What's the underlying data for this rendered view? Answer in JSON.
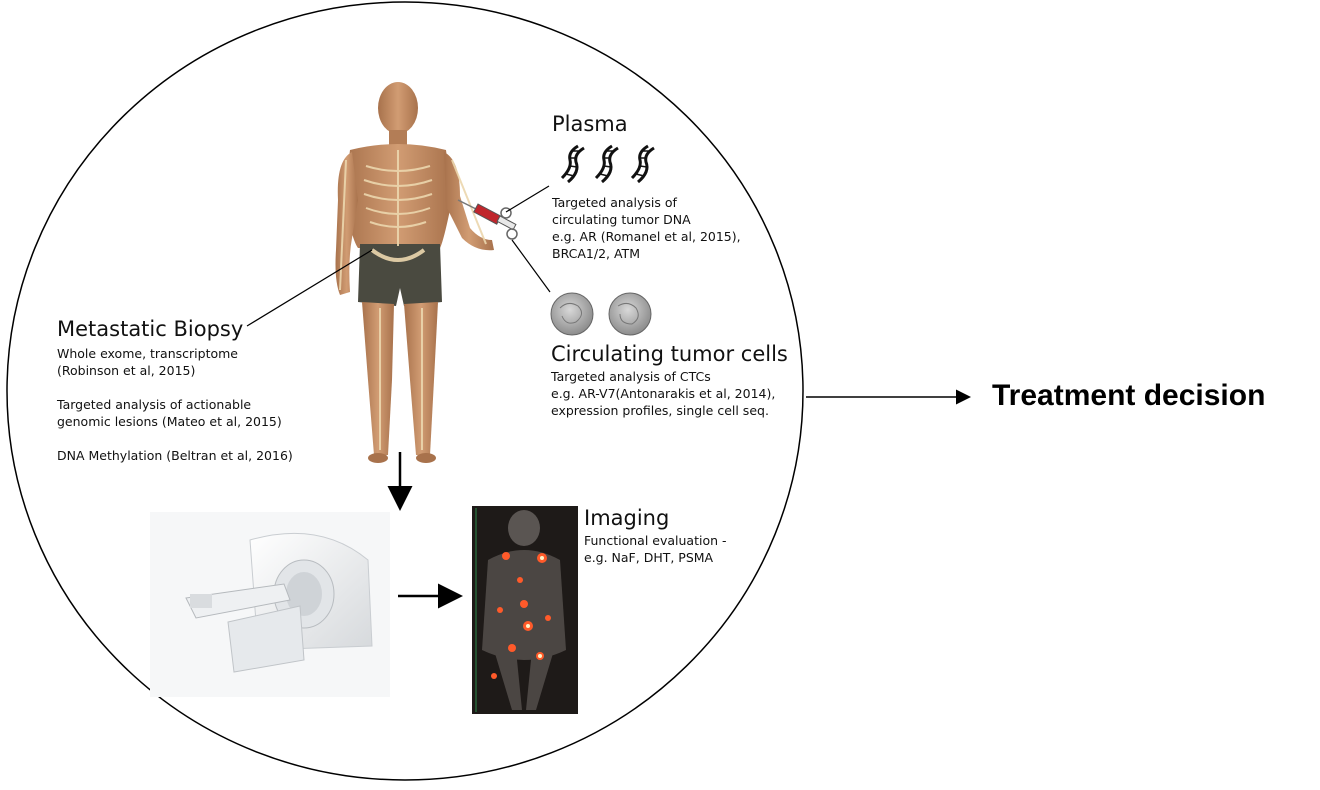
{
  "plasma": {
    "heading": "Plasma",
    "lines": "Targeted analysis of\ncirculating tumor DNA\ne.g. AR (Romanel et al, 2015),\nBRCA1/2, ATM"
  },
  "biopsy": {
    "heading": "Metastatic Biopsy",
    "lines": "Whole exome, transcriptome\n(Robinson et al, 2015)\n\nTargeted analysis of actionable\ngenomic lesions (Mateo et al, 2015)\n\nDNA Methylation (Beltran et al, 2016)"
  },
  "ctc": {
    "heading": "Circulating tumor cells",
    "lines": "Targeted analysis of CTCs\ne.g. AR-V7(Antonarakis et al, 2014),\nexpression profiles, single cell seq."
  },
  "imaging": {
    "heading": "Imaging",
    "lines": "Functional evaluation -\ne.g. NaF, DHT, PSMA"
  },
  "outcome": {
    "label": "Treatment decision"
  },
  "colors": {
    "skin": "#c9936a",
    "bone": "#e8d2a6",
    "shorts": "#4a4a40",
    "blood": "#c0262c",
    "scan_bg": "#1e1a18",
    "hotspot": "#ff5a2a"
  },
  "icons": {
    "dna": "dna-helix-icon",
    "cell": "tumor-cell-icon",
    "syringe": "syringe-icon",
    "scanner": "pet-ct-scanner",
    "scan": "pet-ct-scan-image"
  }
}
